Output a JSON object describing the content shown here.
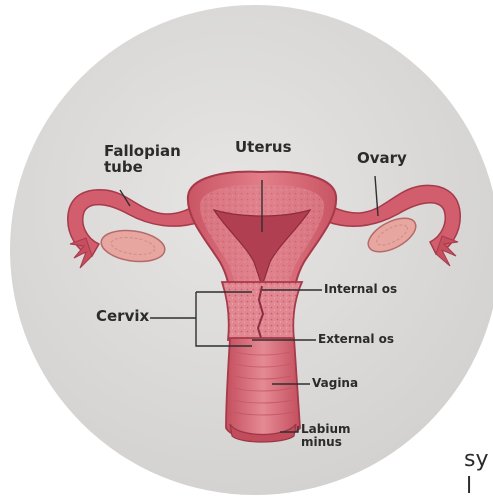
{
  "diagram": {
    "labels": {
      "fallopian_tube": "Fallopian\ntube",
      "uterus": "Uterus",
      "ovary": "Ovary",
      "cervix": "Cervix",
      "internal_os": "Internal os",
      "external_os": "External os",
      "vagina": "Vagina",
      "labium_minus": "Labium\nminus"
    },
    "colors": {
      "card": "#dcdbd9",
      "tissue": "#d96b78",
      "tissue_dark": "#b84656",
      "tissue_light": "#eea0a8",
      "ovary": "#e7a7a0",
      "line": "#333333",
      "text": "#2b2b2b"
    }
  },
  "stray_text": {
    "line1": "sy",
    "line2": "l"
  }
}
